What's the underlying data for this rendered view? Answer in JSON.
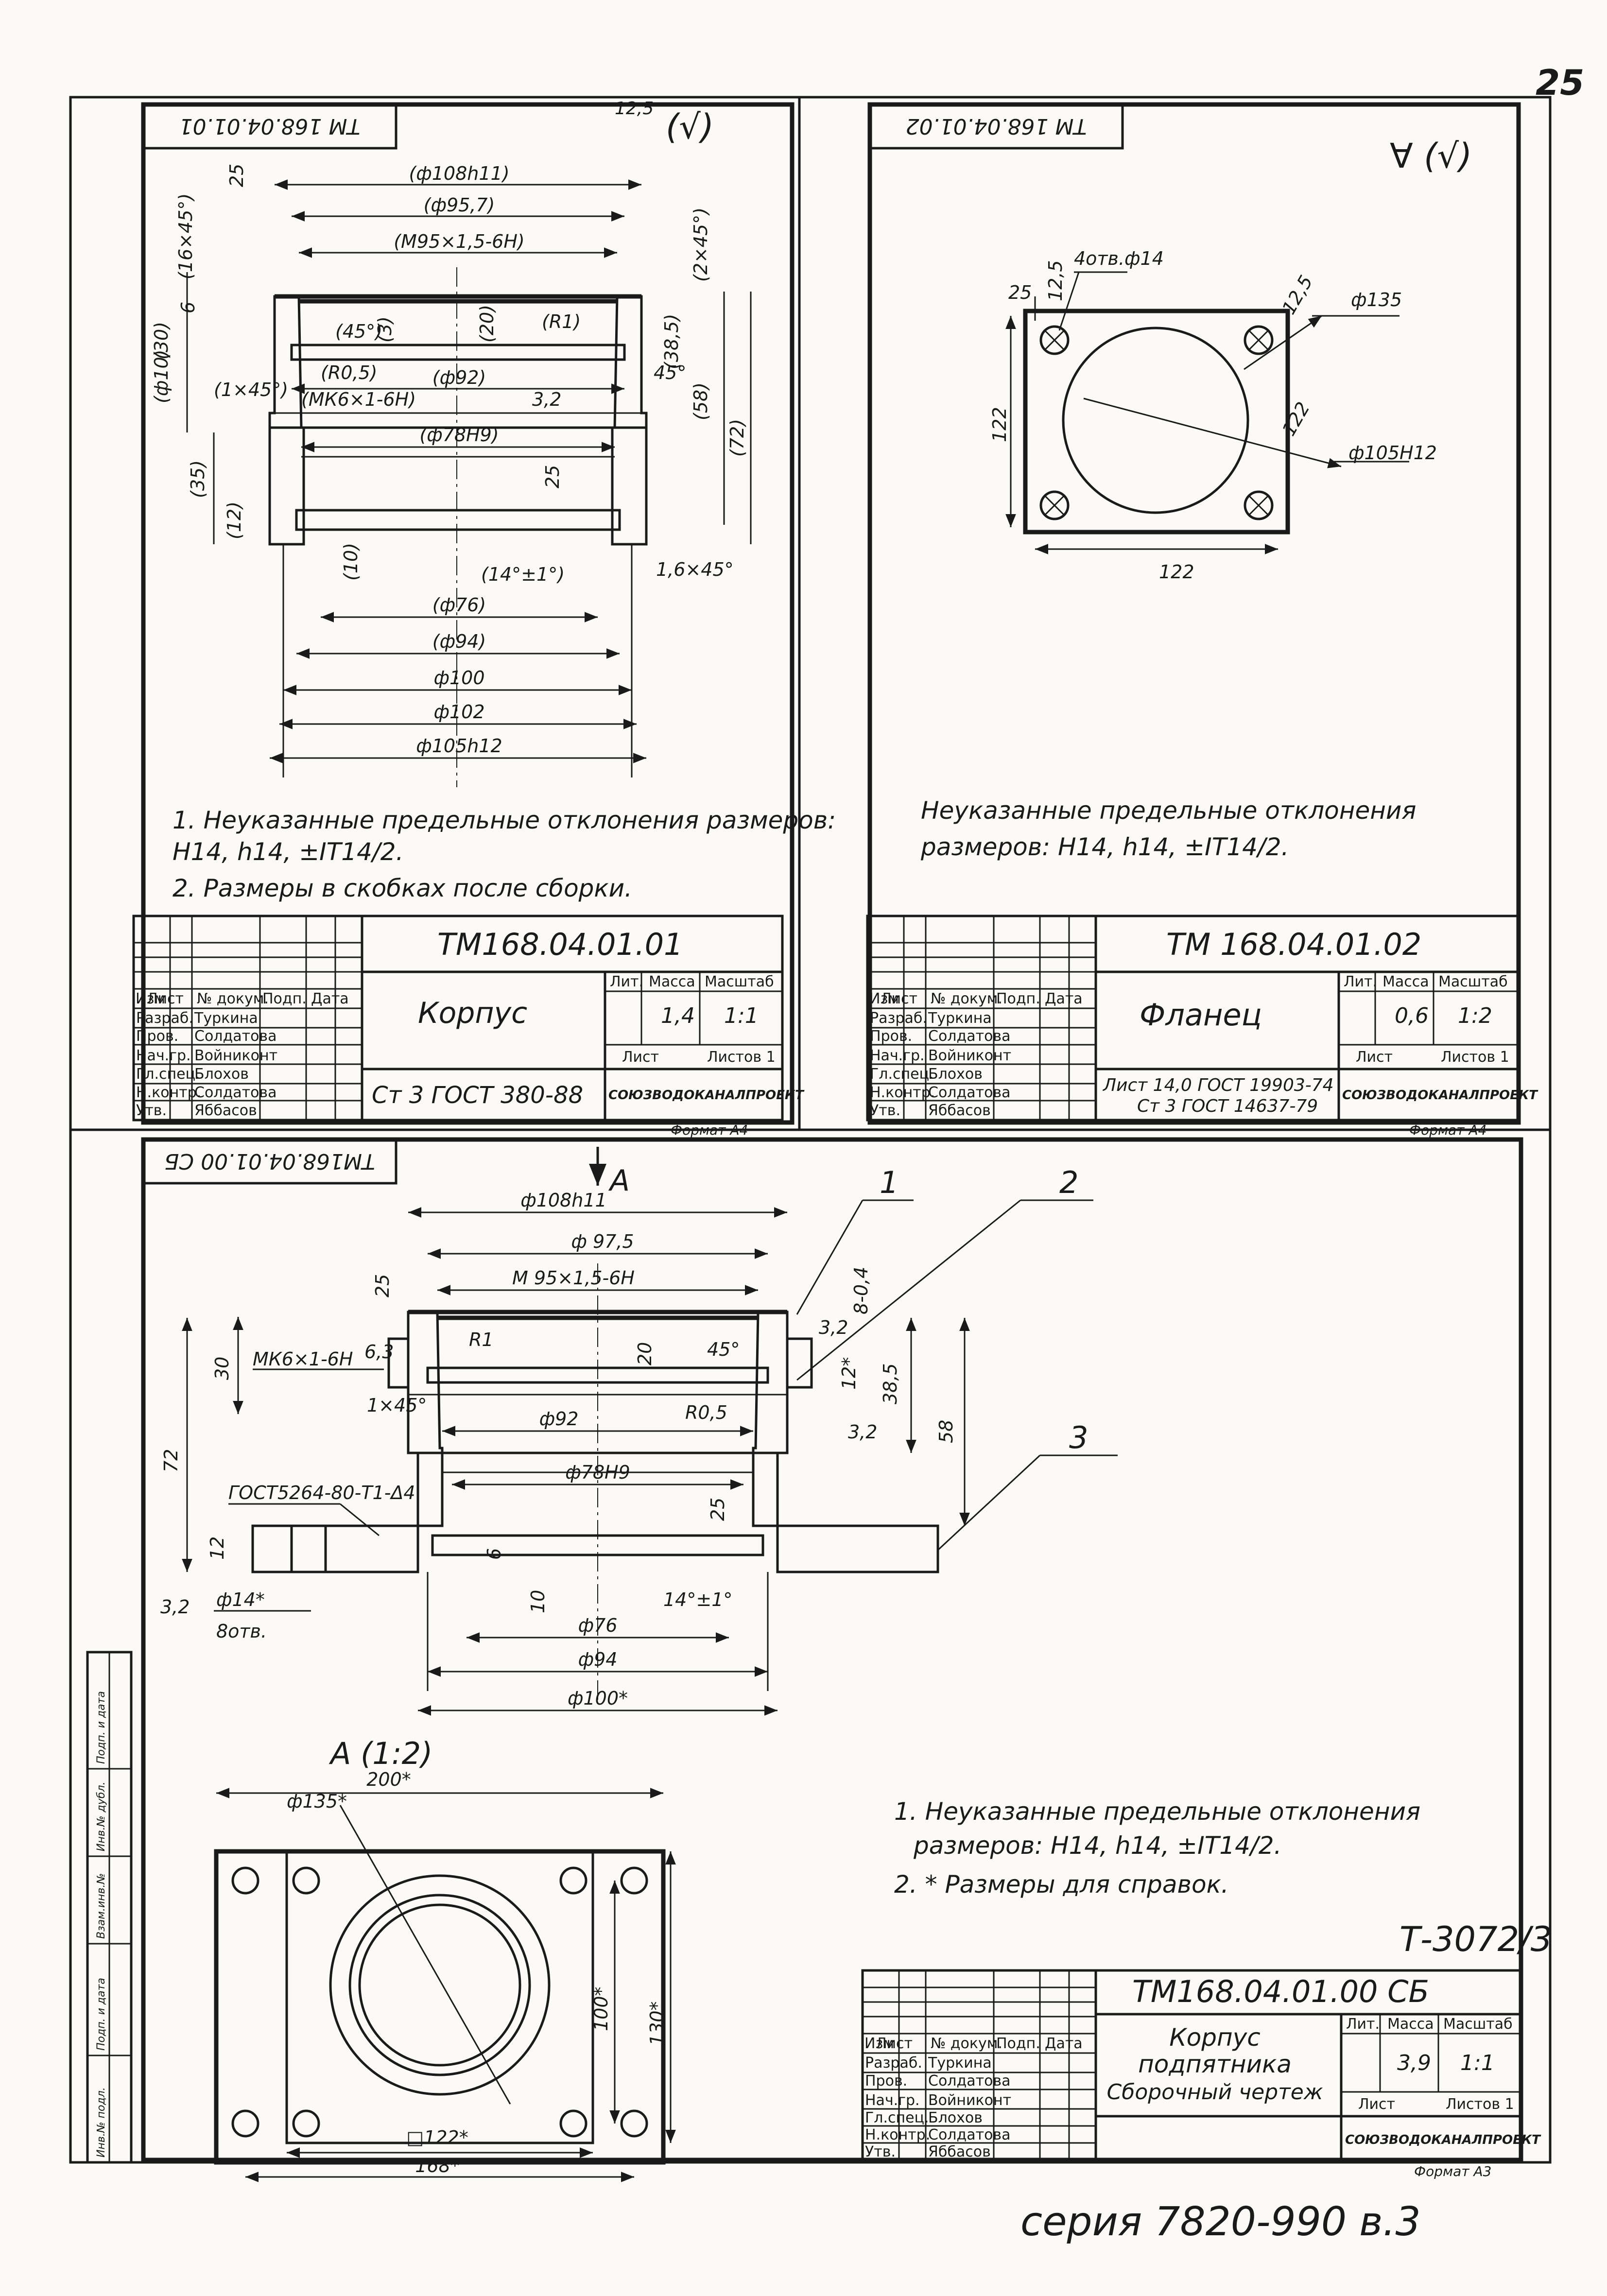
{
  "page_number": "25",
  "series_footer": "серия 7820-990 в.3",
  "sheet_code": "Т-3072/3",
  "drawings": {
    "housing": {
      "stamp_code": "ТМ 168.04.01.01",
      "roughness": "12,5",
      "designation": "ТМ168.04.01.01",
      "name": "Корпус",
      "material": "Ст 3 ГОСТ 380-88",
      "mass": "1,4",
      "scale": "1:1",
      "sheets": "Листов 1",
      "format": "Формат А4",
      "dims": [
        "(ф108h11)",
        "(ф95,7)",
        "(М95×1,5-6Н)",
        "(16×45°)",
        "(2×45°)",
        "(30)",
        "6",
        "25",
        "(45°)",
        "(3)",
        "(20)",
        "(R1)",
        "(38,5)",
        "(R0,5)",
        "(ф92)",
        "45°",
        "(58)",
        "(72)",
        "(ф10)",
        "(1×45°)",
        "(МК6×1-6Н)",
        "3,2",
        "(ф78Н9)",
        "25",
        "(35)",
        "(12)",
        "(10)",
        "(14°±1°)",
        "1,6×45°",
        "(ф76)",
        "(ф94)",
        "ф100",
        "ф102",
        "ф105h12"
      ],
      "notes": [
        "1. Неуказанные предельные отклонения размеров:",
        "Н14, h14, ±IT14/2.",
        "2. Размеры в скобках после сборки."
      ]
    },
    "flange": {
      "stamp_code": "ТМ 168.04.01.02",
      "designation": "ТМ 168.04.01.02",
      "name": "Фланец",
      "material_line1": "Лист 14,0 ГОСТ 19903-74",
      "material_line2": "Ст 3 ГОСТ 14637-79",
      "mass": "0,6",
      "scale": "1:2",
      "sheets": "Листов 1",
      "format": "Формат А4",
      "dims": [
        "4отв.ф14",
        "12,5",
        "25",
        "ф135",
        "12,5",
        "ф105Н12",
        "122",
        "122"
      ],
      "notes": [
        "Неуказанные предельные отклонения",
        "размеров: Н14, h14, ±IT14/2."
      ]
    },
    "assembly": {
      "stamp_code": "ТМ168.04.01.00 СБ",
      "designation": "ТМ168.04.01.00 СБ",
      "name_line1": "Корпус",
      "name_line2": "подпятника",
      "name_line3": "Сборочный чертеж",
      "mass": "3,9",
      "scale": "1:1",
      "sheets": "Листов 1",
      "format": "Формат А3",
      "view_label": "А",
      "view_a_title": "А (1:2)",
      "callouts": [
        "1",
        "2",
        "3"
      ],
      "dims": [
        "ф108h11",
        "ф 97,5",
        "25",
        "М 95×1,5-6Н",
        "МК6×1-6Н",
        "6,3",
        "30",
        "R1",
        "20",
        "45°",
        "8-0,4",
        "3,2",
        "12*",
        "38,5",
        "1×45°",
        "ф92",
        "R0,5",
        "3,2",
        "58",
        "72",
        "ГОСТ5264-80-Т1-Δ4",
        "ф78Н9",
        "25",
        "12",
        "6",
        "10",
        "14°±1°",
        "ф14*",
        "8отв.",
        "3,2",
        "ф76",
        "ф94",
        "ф100*",
        "200*",
        "ф135*",
        "100*",
        "130*",
        "□122*",
        "168*"
      ],
      "notes": [
        "1. Неуказанные предельные отклонения",
        "размеров: Н14, h14, ±IT14/2.",
        "2. * Размеры для справок."
      ]
    }
  },
  "title_block": {
    "col_headers": [
      "Изм",
      "Лист",
      "№ докум.",
      "Подп.",
      "Дата"
    ],
    "rows": [
      "Разраб.",
      "Пров.",
      "Нач.гр.",
      "Гл.спец.",
      "Н.контр.",
      "Утв."
    ],
    "names": [
      "Туркина",
      "Солдатова",
      "Войниконт",
      "Блохов",
      "Солдатова",
      "Яббасов"
    ],
    "lit": "Лит.",
    "mass_label": "Масса",
    "scale_label": "Масштаб",
    "sheet_label": "Лист",
    "org": "СОЮЗВОДОКАНАЛПРОЕКТ"
  },
  "margin_stamp": [
    "Инв.№ подл.",
    "Подп. и дата",
    "Взам.инв.№",
    "Инв.№ дубл.",
    "Подп. и дата"
  ]
}
